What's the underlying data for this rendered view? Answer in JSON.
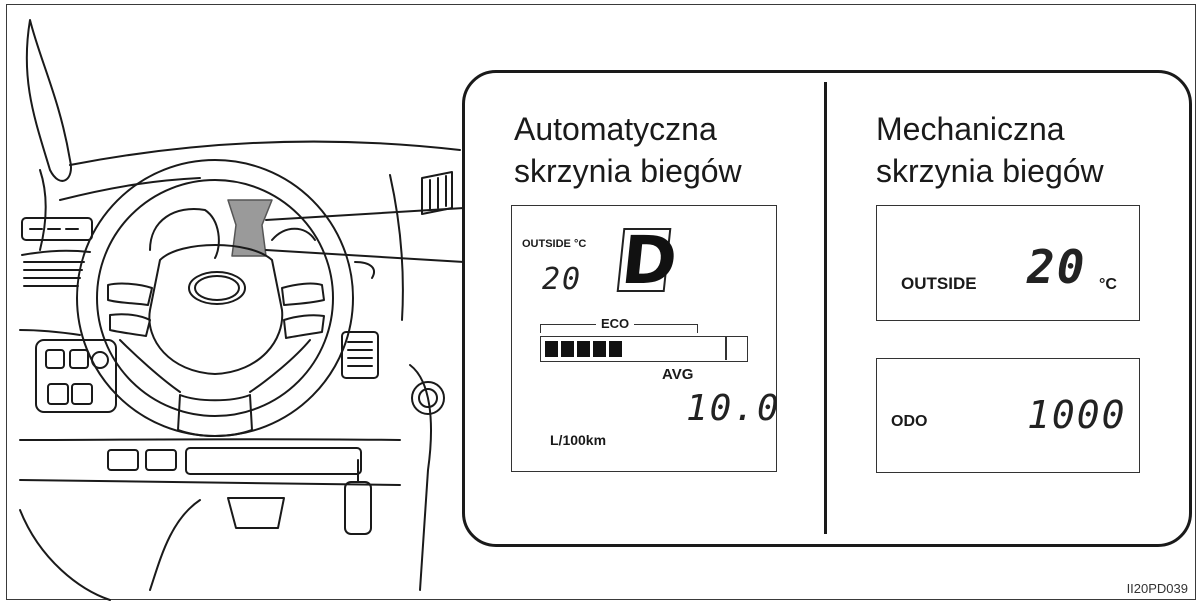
{
  "automatic": {
    "heading_line1": "Automatyczna",
    "heading_line2": "skrzynia biegów",
    "display": {
      "outside_label": "OUTSIDE °C",
      "outside_temp": "20",
      "gear": "D",
      "eco_label": "ECO",
      "eco_level_segments": 5,
      "avg_label": "AVG",
      "avg_value": "10.0",
      "unit": "L/100km"
    }
  },
  "manual": {
    "heading_line1": "Mechaniczna",
    "heading_line2": "skrzynia biegów",
    "display_temp": {
      "outside_label": "OUTSIDE",
      "outside_temp": "20",
      "temp_unit": "°C"
    },
    "display_odo": {
      "odo_label": "ODO",
      "odo_value": "1000"
    }
  },
  "figure_code": "II20PD039"
}
